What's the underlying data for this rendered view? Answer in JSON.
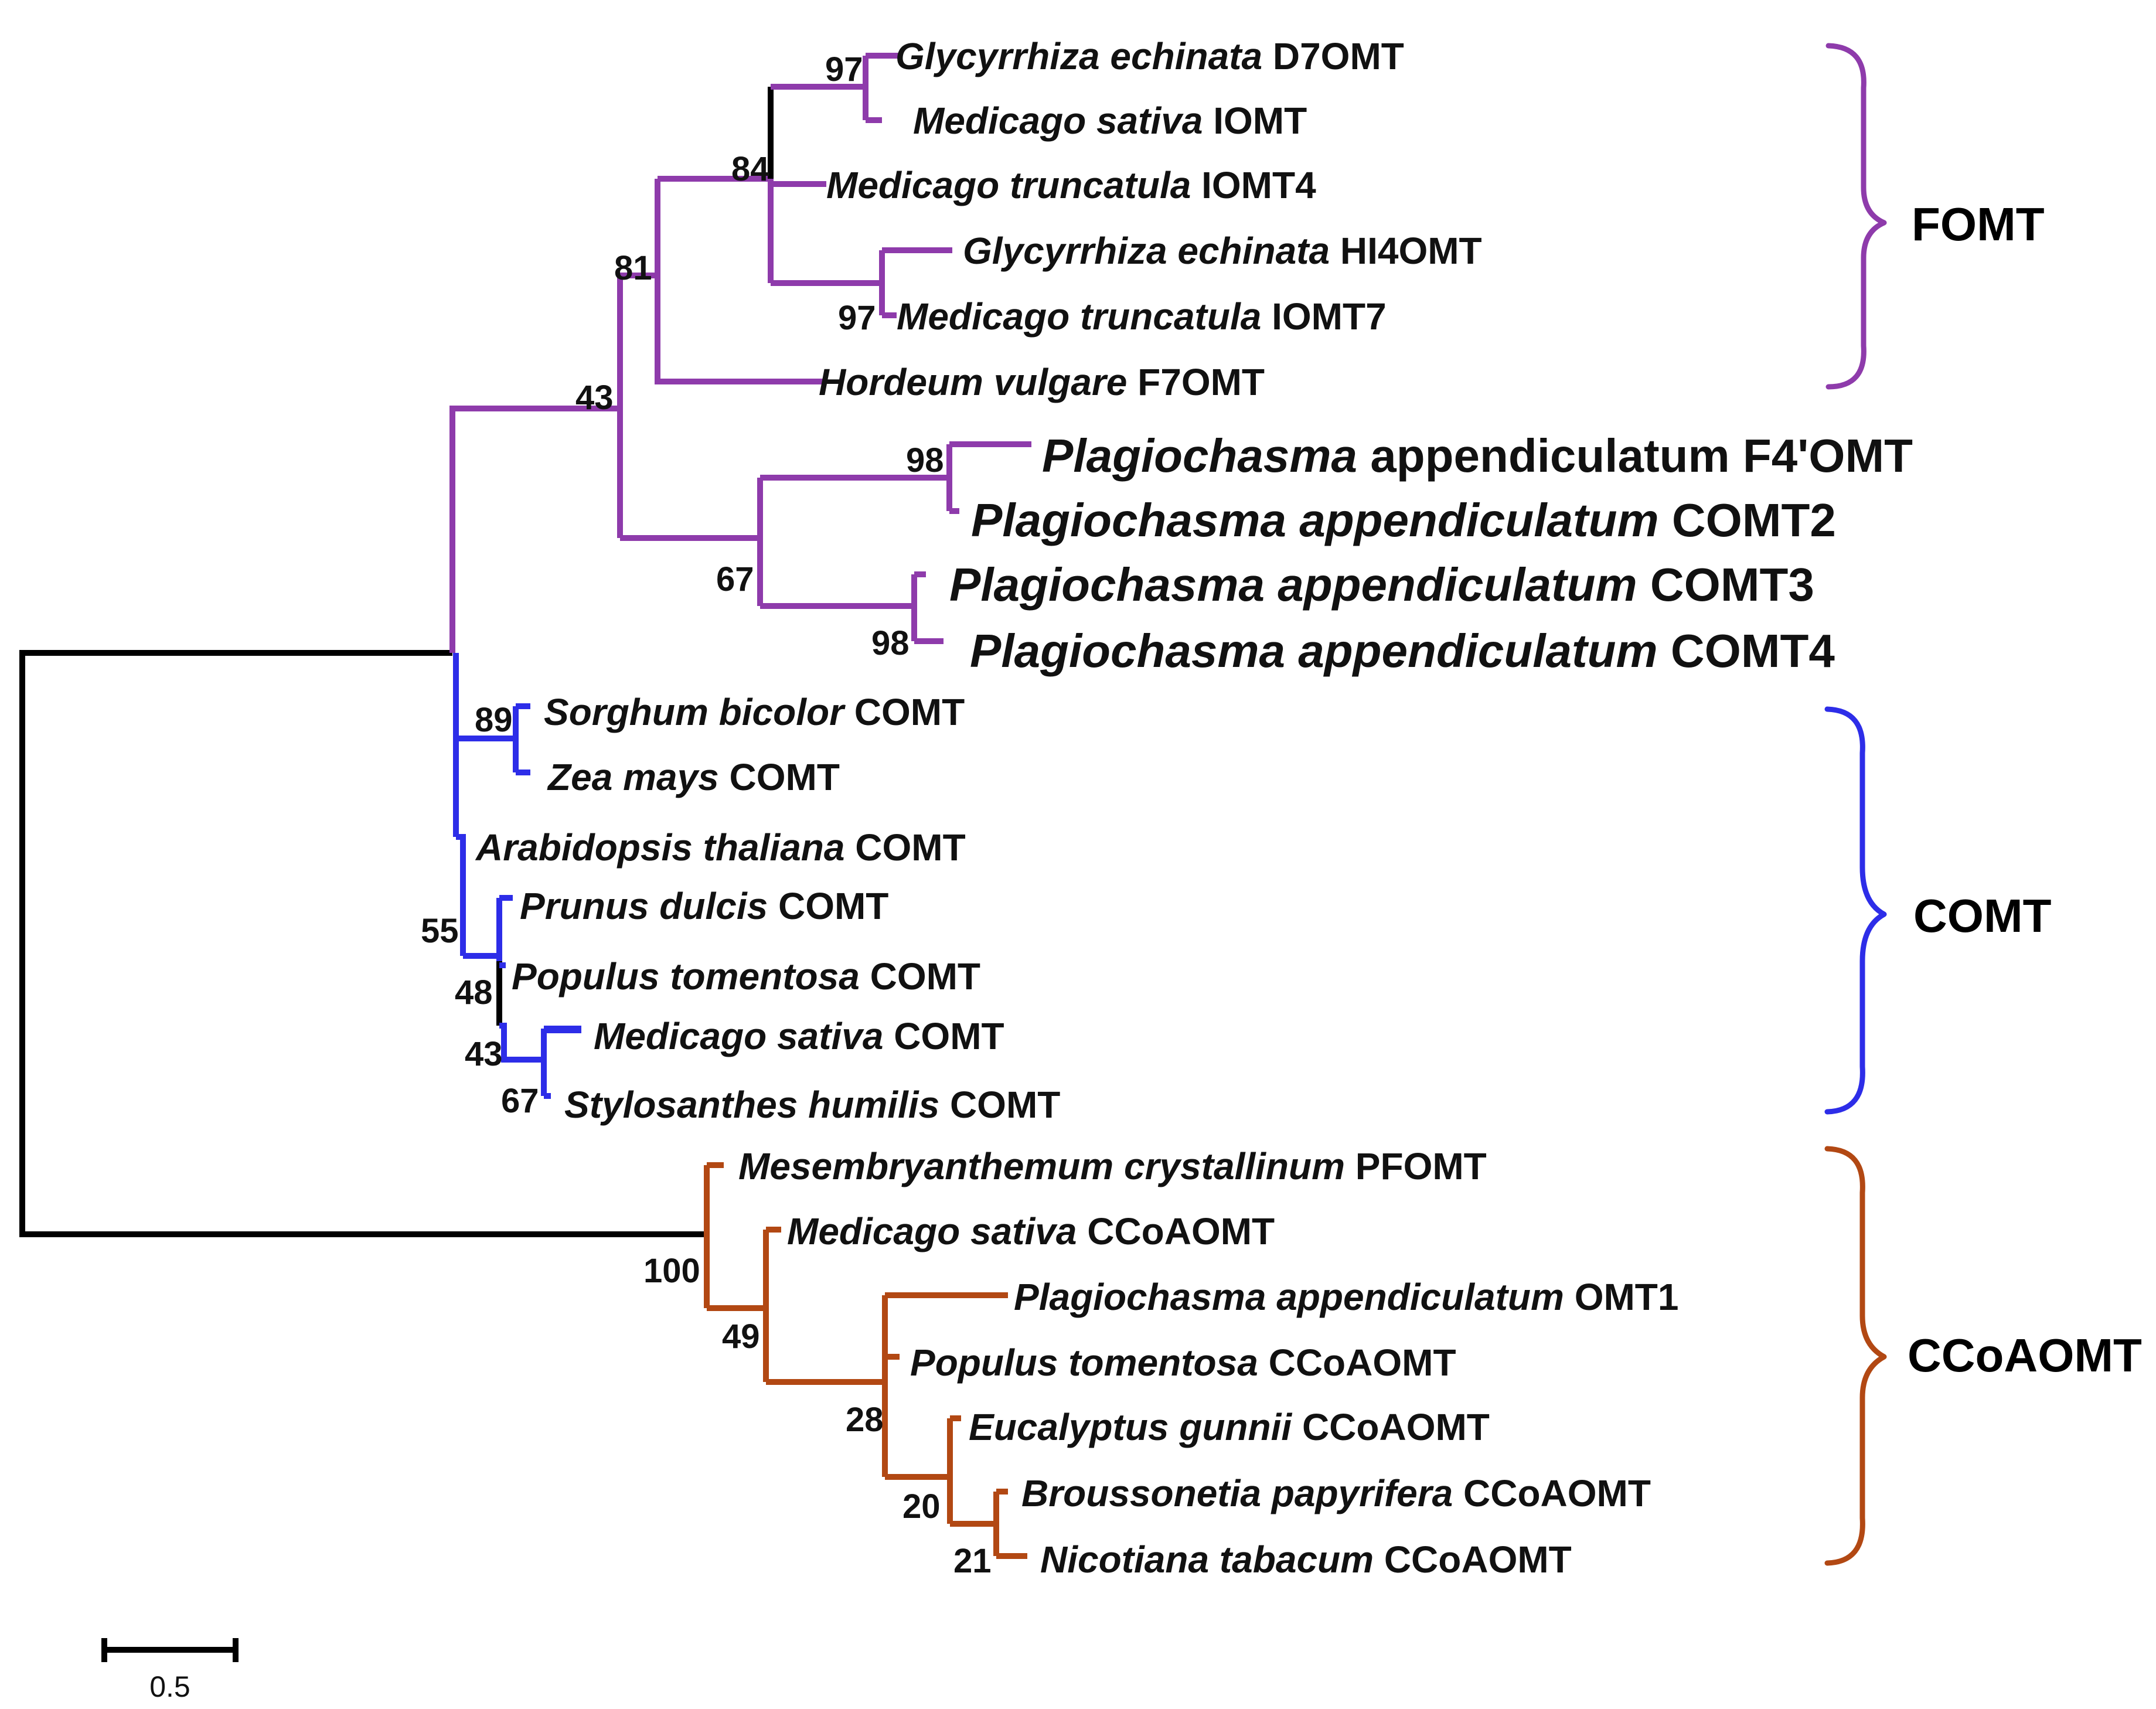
{
  "colors": {
    "root": "#000000",
    "fomt": "#8e3bab",
    "comt": "#2d2de8",
    "ccoaomt": "#b24813"
  },
  "leaves": [
    {
      "species": "Glycyrrhiza echinata",
      "gene": "D7OMT"
    },
    {
      "species": "Medicago sativa",
      "gene": "IOMT"
    },
    {
      "species": "Medicago truncatula",
      "gene": "IOMT4"
    },
    {
      "species": "Glycyrrhiza echinata",
      "gene": "HI4OMT"
    },
    {
      "species": "Medicago truncatula",
      "gene": "IOMT7"
    },
    {
      "species": "Hordeum vulgare",
      "gene": "F7OMT"
    },
    {
      "species": "Plagiochasma",
      "gene": "appendiculatum F4'OMT"
    },
    {
      "species": "Plagiochasma appendiculatum",
      "gene": "COMT2"
    },
    {
      "species": "Plagiochasma appendiculatum",
      "gene": "COMT3"
    },
    {
      "species": "Plagiochasma appendiculatum",
      "gene": "COMT4"
    },
    {
      "species": "Sorghum bicolor",
      "gene": "COMT"
    },
    {
      "species": "Zea mays",
      "gene": "COMT"
    },
    {
      "species": "Arabidopsis thaliana",
      "gene": "COMT"
    },
    {
      "species": "Prunus dulcis",
      "gene": "COMT"
    },
    {
      "species": "Populus tomentosa",
      "gene": "COMT"
    },
    {
      "species": "Medicago sativa",
      "gene": "COMT"
    },
    {
      "species": "Stylosanthes humilis",
      "gene": "COMT"
    },
    {
      "species": "Mesembryanthemum crystallinum",
      "gene": "PFOMT"
    },
    {
      "species": "Medicago sativa",
      "gene": "CCoAOMT"
    },
    {
      "species": "Plagiochasma appendiculatum",
      "gene": "OMT1"
    },
    {
      "species": "Populus tomentosa",
      "gene": "CCoAOMT"
    },
    {
      "species": "Eucalyptus gunnii",
      "gene": "CCoAOMT"
    },
    {
      "species": "Broussonetia papyrifera",
      "gene": "CCoAOMT"
    },
    {
      "species": "Nicotiana tabacum",
      "gene": "CCoAOMT"
    }
  ],
  "bootstrap": [
    "97",
    "84",
    "97",
    "81",
    "43",
    "98",
    "67",
    "98",
    "89",
    "55",
    "48",
    "43",
    "67",
    "100",
    "49",
    "28",
    "20",
    "21"
  ],
  "clades": {
    "fomt": "FOMT",
    "comt": "COMT",
    "ccoaomt": "CCoAOMT"
  },
  "scale_bar": {
    "label": "0.5"
  }
}
